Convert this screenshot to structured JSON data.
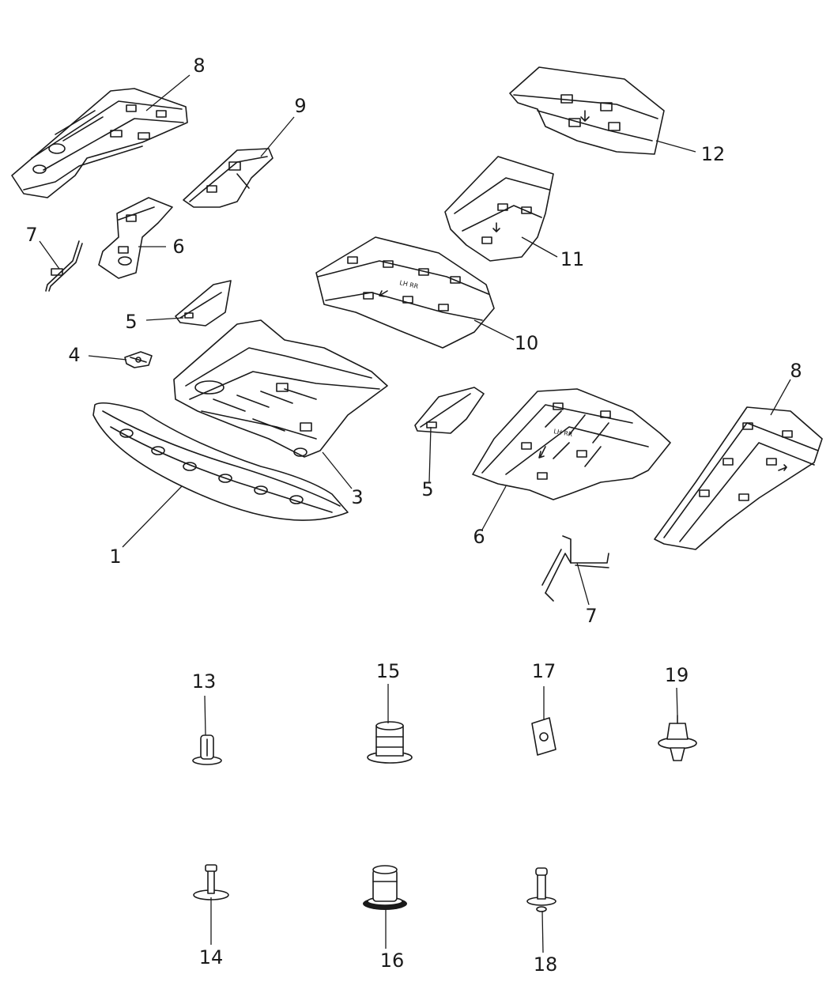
{
  "callouts": {
    "c1": "1",
    "c3": "3",
    "c4": "4",
    "c5a": "5",
    "c5b": "5",
    "c6a": "6",
    "c6b": "6",
    "c7a": "7",
    "c7b": "7",
    "c8a": "8",
    "c8b": "8",
    "c9": "9",
    "c10": "10",
    "c11": "11",
    "c12": "12",
    "c13": "13",
    "c14": "14",
    "c15": "15",
    "c16": "16",
    "c17": "17",
    "c18": "18",
    "c19": "19"
  },
  "panel_markings": {
    "panel10": "LH RR",
    "panel6": "LH RR"
  },
  "colors": {
    "line": "#1a1a1a",
    "background": "#ffffff"
  }
}
